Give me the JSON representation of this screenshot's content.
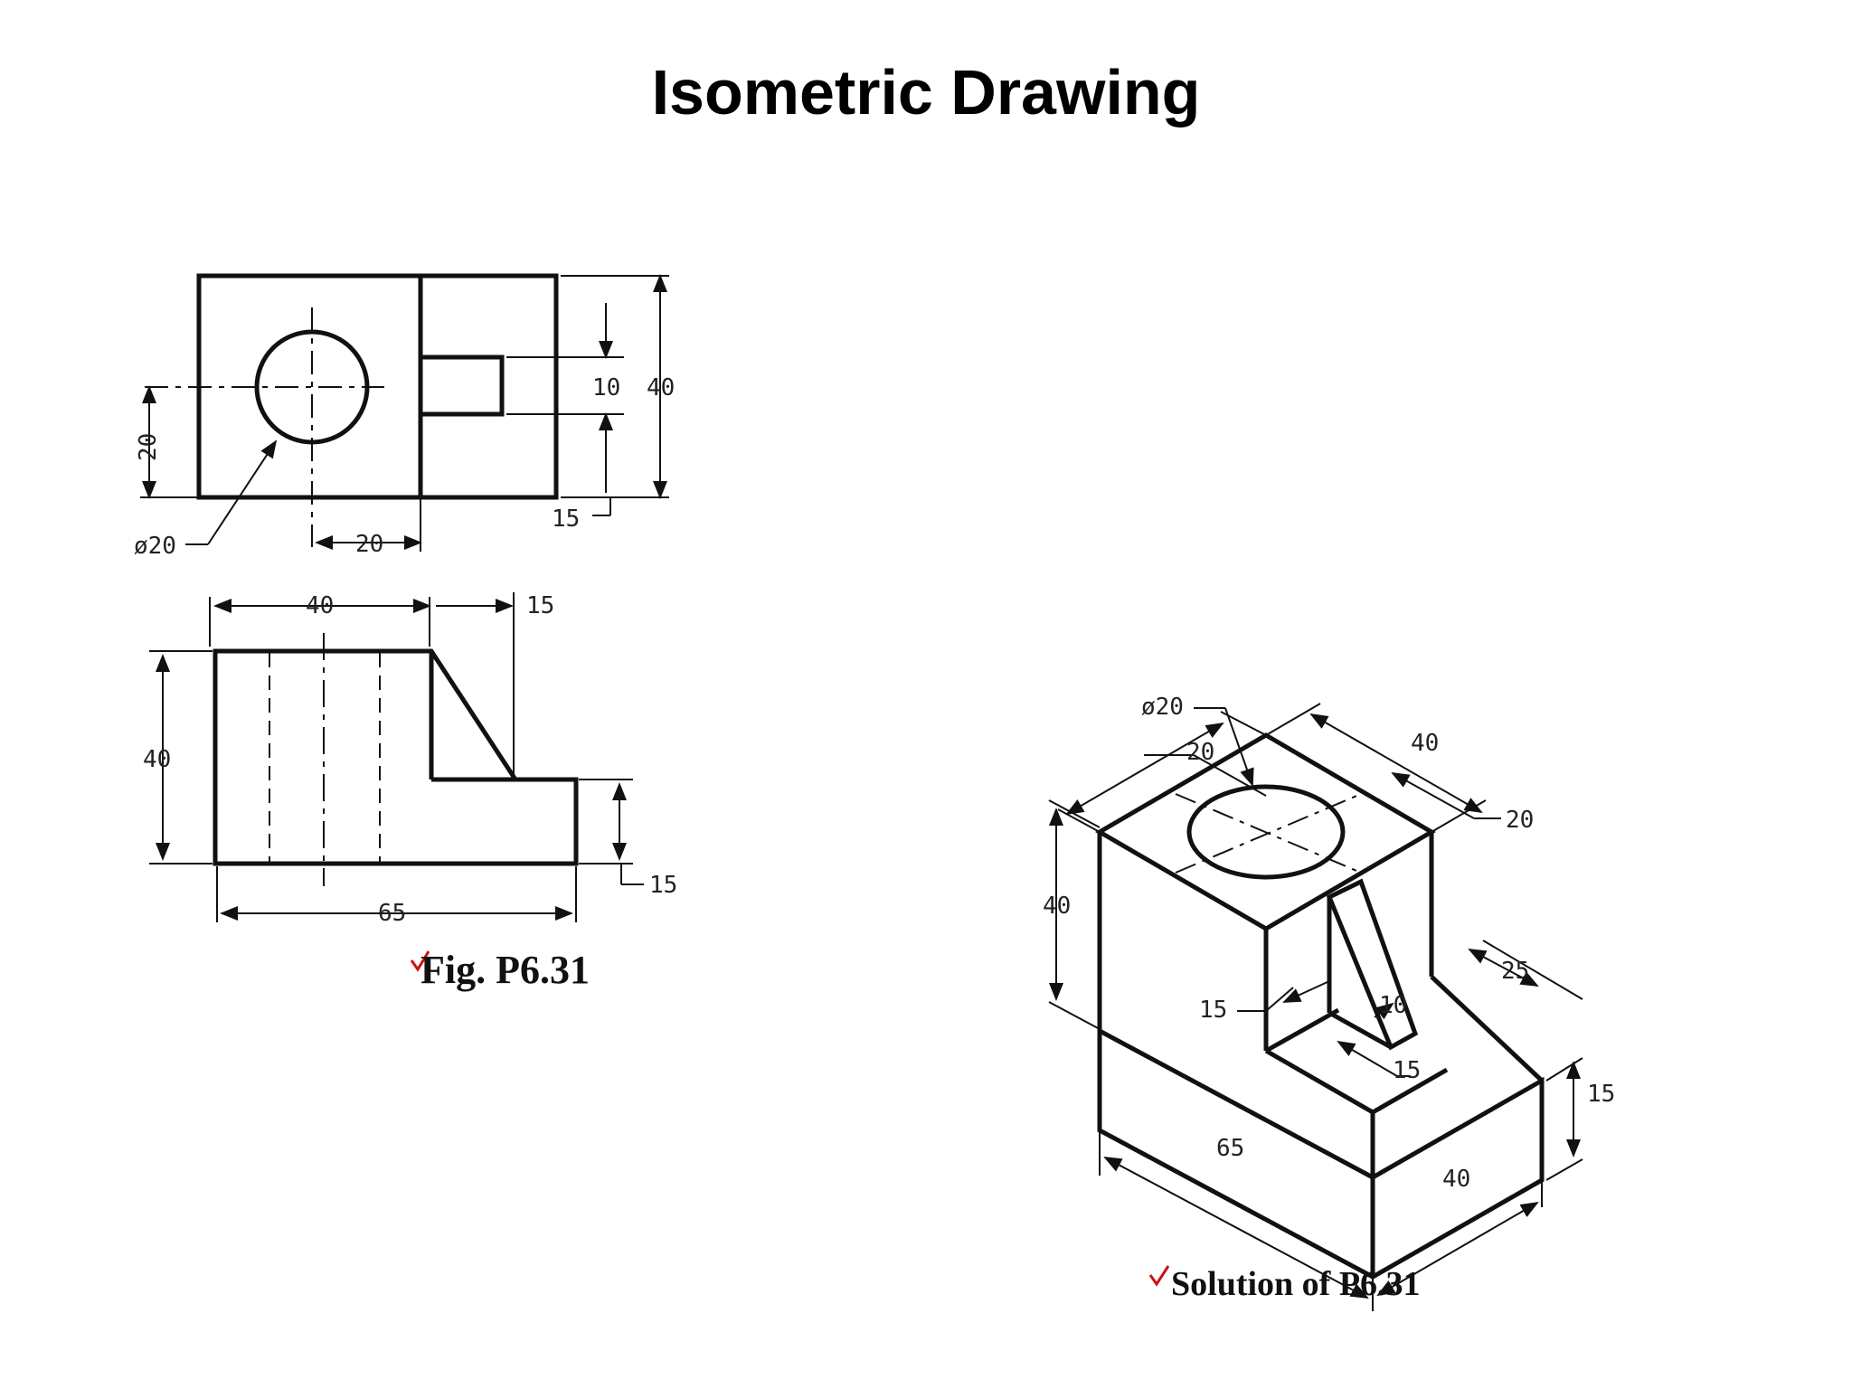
{
  "page": {
    "title": "Isometric Drawing"
  },
  "figure": {
    "caption": "Fig. P6.31",
    "top_view_dims": {
      "hole_dia": "ø20",
      "hole_x": "20",
      "hole_y": "20",
      "slot_w": "10",
      "depth": "40",
      "slot_len": "15"
    },
    "front_view_dims": {
      "upper_w": "40",
      "slope": "15",
      "height": "40",
      "step_h": "15",
      "total_w": "65"
    }
  },
  "solution": {
    "caption": "Solution of P6.31",
    "dims": {
      "hole_dia": "ø20",
      "hole_pos": "20",
      "depth": "40",
      "hole_pos2": "20",
      "height": "40",
      "base_len": "25",
      "rib_a": "15",
      "rib_t": "10",
      "rib_b": "15",
      "step_h": "15",
      "total_len": "65",
      "base_depth": "40"
    }
  },
  "colors": {
    "checkmark": "#cc1111",
    "line": "#111111"
  }
}
